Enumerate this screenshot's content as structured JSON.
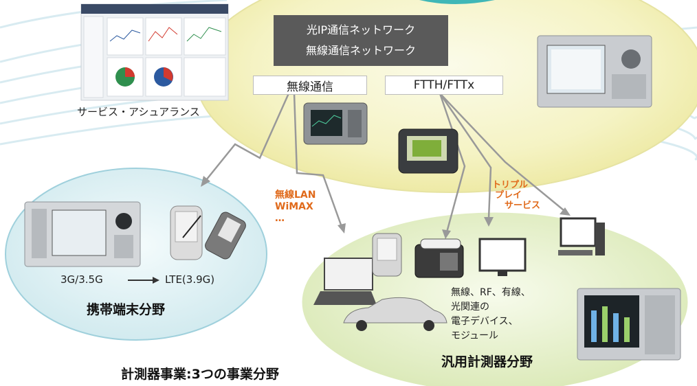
{
  "network": {
    "line1": "光IP通信ネットワーク",
    "line2": "無線通信ネットワーク"
  },
  "links": {
    "wireless": "無線通信",
    "ftth": "FTTH/FTTx"
  },
  "service_assurance": "サービス・アシュアランス",
  "wireless_lan": [
    "無線LAN",
    "WiMAX",
    "…"
  ],
  "triple_play": [
    "トリプル",
    "プレイ",
    "サービス"
  ],
  "mobile_area": {
    "title": "携帯端末分野",
    "from": "3G/3.5G",
    "to": "LTE(3.9G)"
  },
  "general_area": {
    "title": "汎用計測器分野",
    "devices": [
      "無線、RF、有線、",
      "光関連の",
      "電子デバイス、",
      "モジュール"
    ]
  },
  "business_title": "計測器事業:3つの事業分野",
  "colors": {
    "network_box": "#5a5a5a",
    "accent_orange": "#e06a1b",
    "mobile_bg": "#dceff2",
    "general_bg": "#e6efc9",
    "top_bg": "#f7f5cf"
  }
}
